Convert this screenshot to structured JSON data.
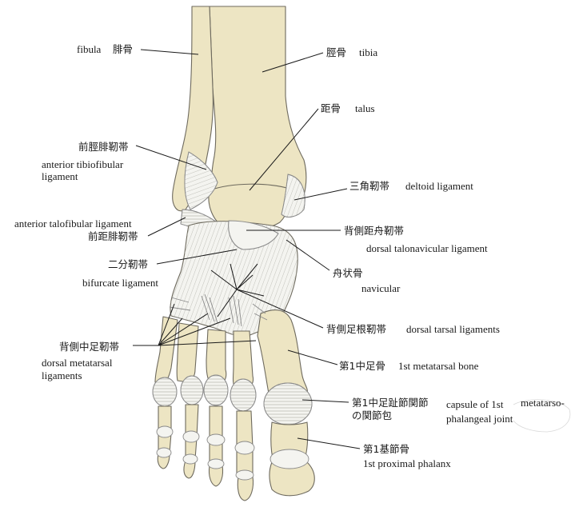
{
  "labels": {
    "fibula_en": "fibula",
    "fibula_ja": "腓骨",
    "tibia_ja": "脛骨",
    "tibia_en": "tibia",
    "talus_ja": "距骨",
    "talus_en": "talus",
    "ant_tibiofib_ja": "前脛腓靭帯",
    "ant_tibiofib_en_1": "anterior tibiofibular",
    "ant_tibiofib_en_2": "ligament",
    "deltoid_ja": "三角靭帯",
    "deltoid_en": "deltoid ligament",
    "ant_talofib_en": "anterior talofibular ligament",
    "ant_talofib_ja": "前距腓靭帯",
    "dorsal_talonav_ja": "背側距舟靭帯",
    "dorsal_talonav_en": "dorsal talonavicular ligament",
    "bifurcate_ja": "二分靭帯",
    "bifurcate_en": "bifurcate ligament",
    "navicular_ja": "舟状骨",
    "navicular_en": "navicular",
    "dorsal_tarsal_ja": "背側足根靭帯",
    "dorsal_tarsal_en": "dorsal tarsal ligaments",
    "dorsal_metatarsal_ja": "背側中足靭帯",
    "dorsal_metatarsal_en_1": "dorsal metatarsal",
    "dorsal_metatarsal_en_2": "ligaments",
    "first_metatarsal_ja": "第1中足骨",
    "first_metatarsal_en": "1st metatarsal bone",
    "mtp_capsule_ja_1": "第1中足趾節関節",
    "mtp_capsule_ja_2": "の関節包",
    "mtp_capsule_en_1": "capsule of 1st",
    "mtp_capsule_en_2": "metatarso-",
    "mtp_capsule_en_3": "phalangeal joint",
    "proximal_phalanx_ja": "第1基節骨",
    "proximal_phalanx_en": "1st proximal phalanx"
  },
  "colors": {
    "bone": "#ede5c3",
    "bone_shade": "#ddd2a6",
    "ligament": "#f4f4f0",
    "ligament_stroke": "#8a8a8a",
    "outline": "#6e6a5e",
    "leader": "#1a1a1a"
  }
}
